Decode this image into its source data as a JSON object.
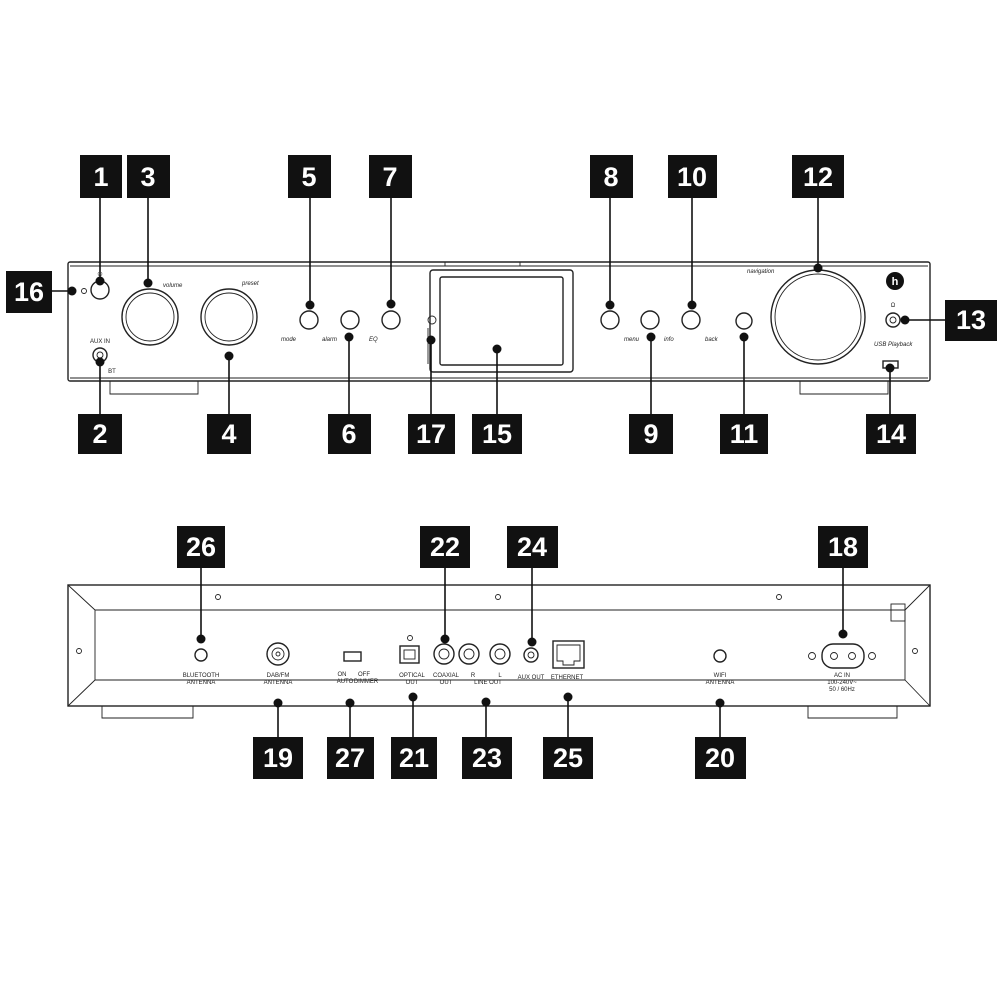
{
  "colors": {
    "callout_bg": "#111111",
    "callout_text": "#ffffff",
    "line": "#222222"
  },
  "front": {
    "labels": {
      "power_symbol": "⏻",
      "volume": "volume",
      "preset": "preset",
      "aux_in": "AUX IN",
      "bluetooth": "BT",
      "mode": "mode",
      "alarm": "alarm",
      "eq": "EQ",
      "menu": "menu",
      "info": "info",
      "back": "back",
      "navigation": "navigation",
      "usb_playback": "USB Playback",
      "logo": "h",
      "headphones_symbol": "Ω"
    },
    "callouts": [
      "1",
      "2",
      "3",
      "4",
      "5",
      "6",
      "7",
      "8",
      "9",
      "10",
      "11",
      "12",
      "13",
      "14",
      "15",
      "16",
      "17"
    ]
  },
  "rear": {
    "labels": {
      "bluetooth_antenna_1": "BLUETOOTH",
      "bluetooth_antenna_2": "ANTENNA",
      "dab_fm_1": "DAB/FM",
      "dab_fm_2": "ANTENNA",
      "dimmer_on": "ON",
      "dimmer_off": "OFF",
      "dimmer_auto": "AUTO",
      "dimmer_label": "DIMMER",
      "optical_1": "OPTICAL",
      "optical_2": "OUT",
      "coaxial_1": "COAXIAL",
      "coaxial_2": "OUT",
      "line_r": "R",
      "line_l": "L",
      "line_out": "LINE  OUT",
      "aux_out": "AUX  OUT",
      "ethernet": "ETHERNET",
      "wifi_1": "WIFI",
      "wifi_2": "ANTENNA",
      "ac_1": "AC  IN",
      "ac_2": "100-240V~",
      "ac_3": "50 / 60Hz"
    },
    "callouts": [
      "18",
      "19",
      "20",
      "21",
      "22",
      "23",
      "24",
      "25",
      "26",
      "27"
    ]
  }
}
